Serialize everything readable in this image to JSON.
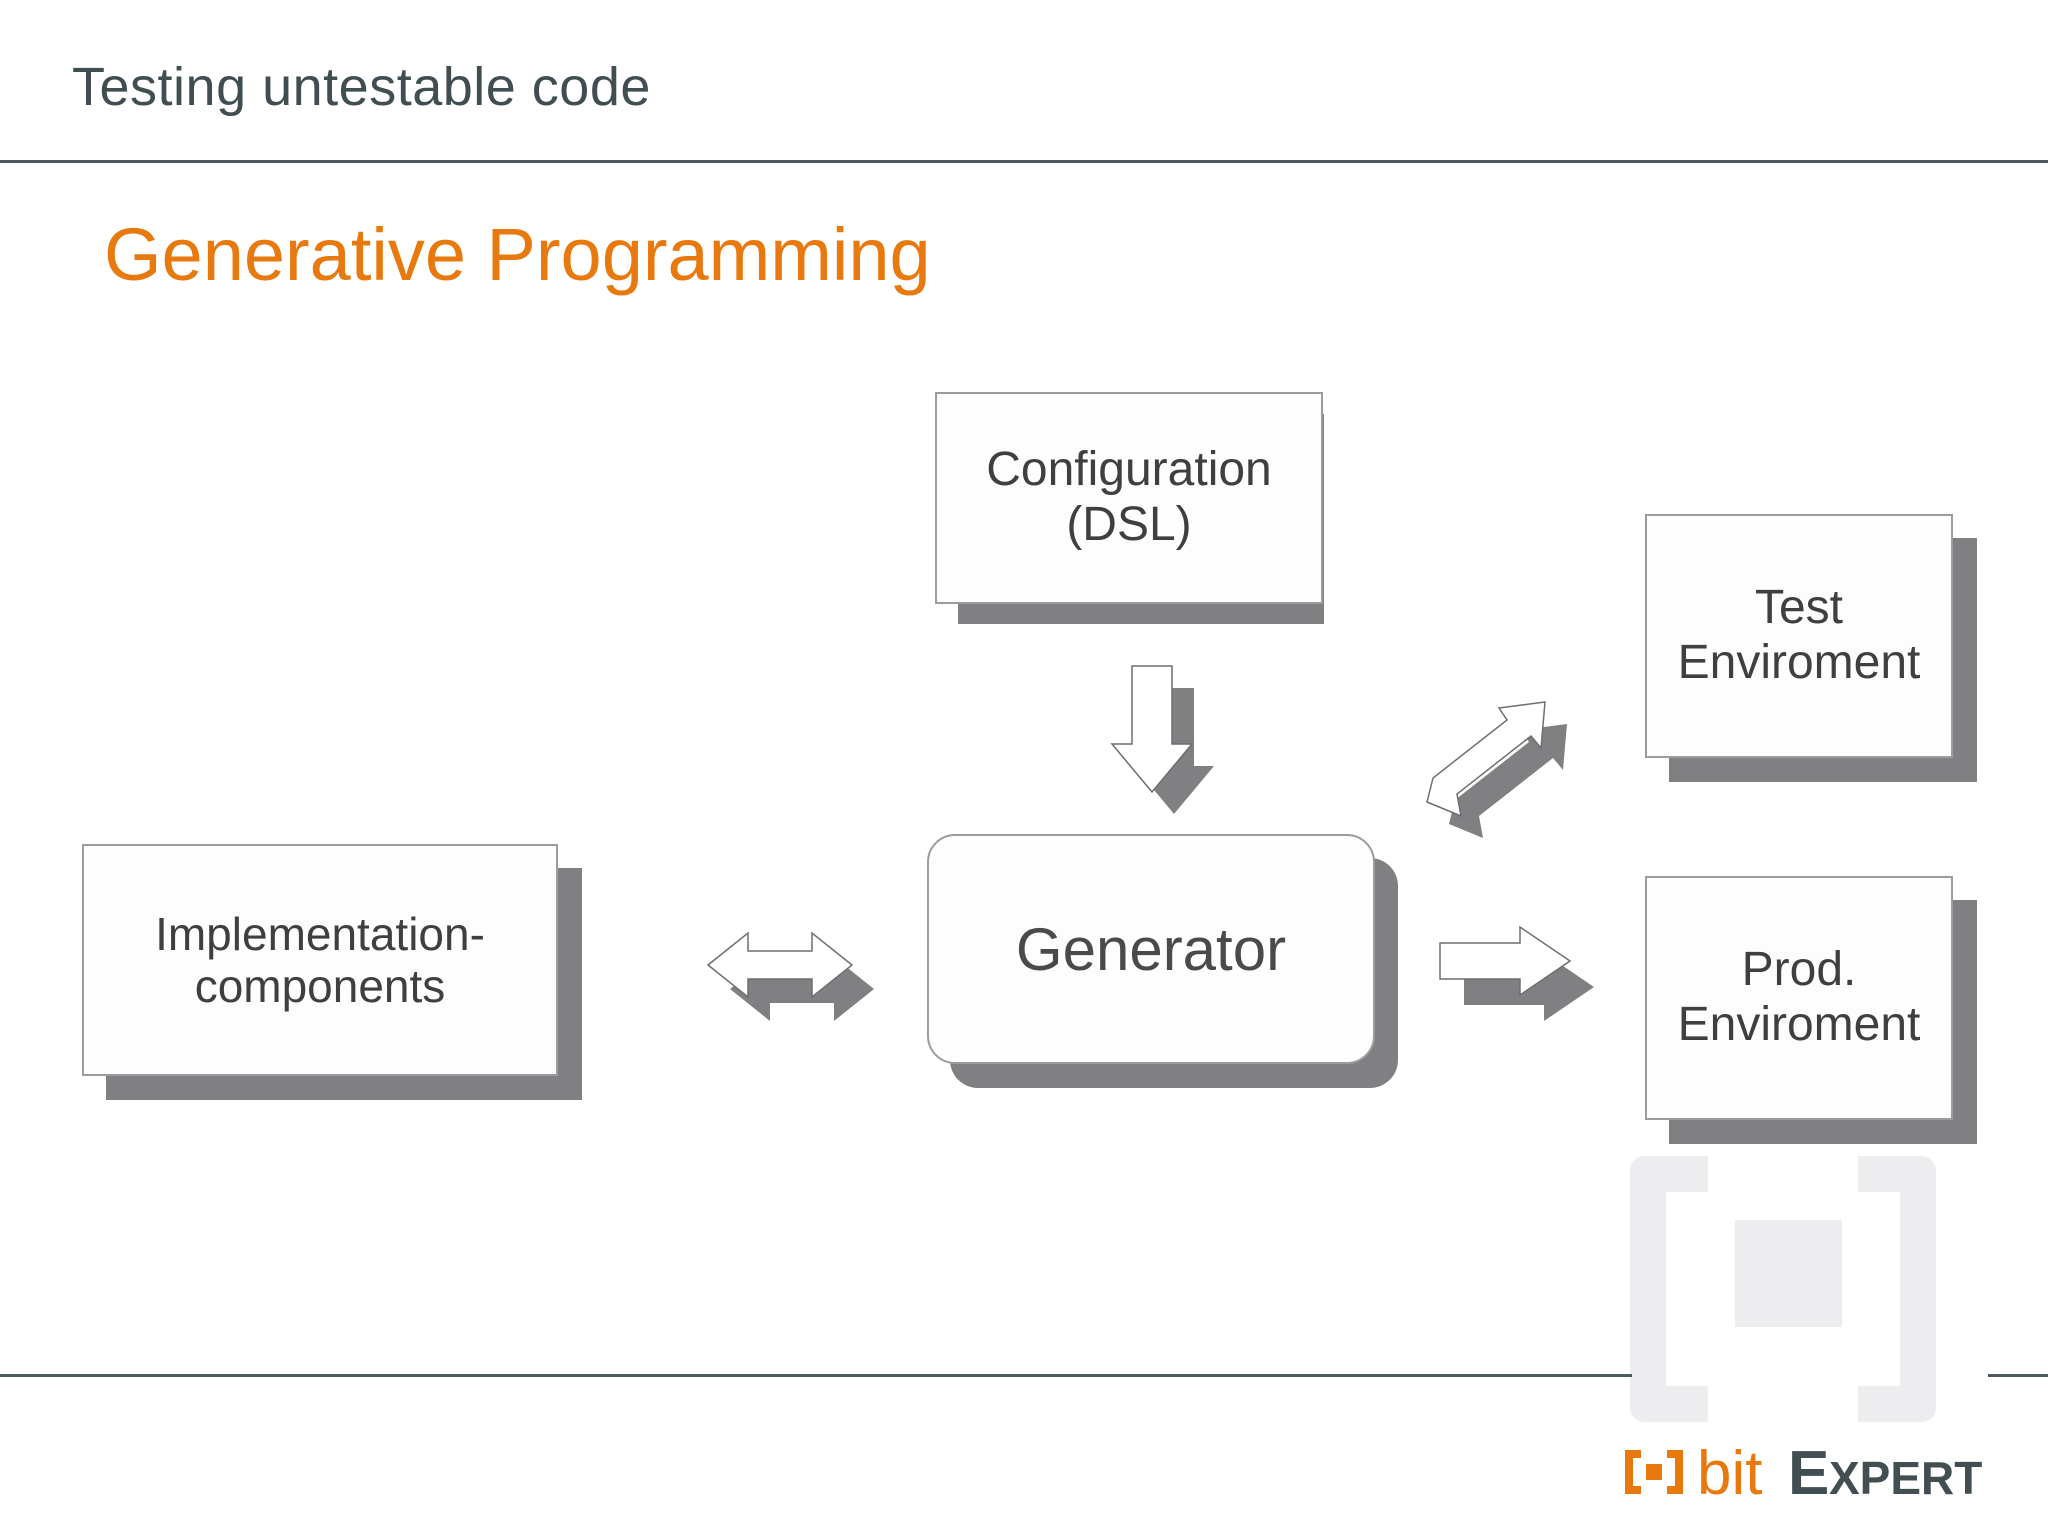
{
  "slide": {
    "header_title": "Testing untestable code",
    "title": "Generative Programming",
    "accent_color": "#e8790e",
    "header_text_color": "#404e52",
    "rule_color": "#4c595e",
    "box_fill": "#fdfdfd",
    "box_border": "#9c9ca0",
    "shadow_color": "#808082",
    "watermark_color": "#ededef"
  },
  "diagram": {
    "nodes": [
      {
        "id": "configuration",
        "label": "Configuration\n(DSL)",
        "line1": "Configuration",
        "line2": "(DSL)",
        "shape": "rectangle"
      },
      {
        "id": "generator",
        "label": "Generator",
        "line1": "Generator",
        "line2": "",
        "shape": "rounded-rectangle"
      },
      {
        "id": "implementation-components",
        "label": "Implementation-\ncomponents",
        "line1": "Implementation-",
        "line2": "components",
        "shape": "rectangle"
      },
      {
        "id": "test-environment",
        "label": "Test\nEnviroment",
        "line1": "Test",
        "line2": "Enviroment",
        "shape": "rectangle"
      },
      {
        "id": "prod-environment",
        "label": "Prod.\nEnviroment",
        "line1": "Prod.",
        "line2": "Enviroment",
        "shape": "rectangle"
      }
    ],
    "arrows": [
      {
        "id": "config-to-generator",
        "from": "configuration",
        "to": "generator",
        "direction": "down",
        "style": "block-arrow"
      },
      {
        "id": "impl-to-generator",
        "from": "implementation-components",
        "to": "generator",
        "direction": "bidirectional",
        "style": "block-arrow"
      },
      {
        "id": "generator-to-test",
        "from": "generator",
        "to": "test-environment",
        "direction": "up-right",
        "style": "block-arrow"
      },
      {
        "id": "generator-to-prod",
        "from": "generator",
        "to": "prod-environment",
        "direction": "right",
        "style": "block-arrow"
      }
    ]
  },
  "brand": {
    "name_part1": "bit",
    "name_part2_cap": "E",
    "name_part2_rest": "XPERT",
    "part1_color": "#e8790e",
    "part2_color": "#414e52"
  }
}
